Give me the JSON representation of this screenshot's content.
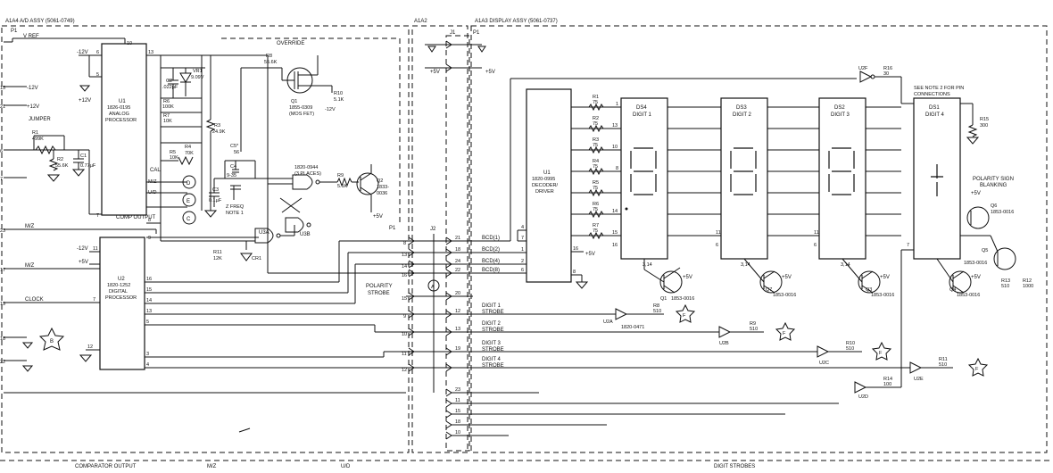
{
  "sections": {
    "a1a4": "A1A4 A/D ASSY (5061-0749)",
    "a1a2": "A1A2",
    "a1a3": "A1A3 DISPLAY ASSY (5061-0737)"
  },
  "connectors": {
    "p1_left": "P1",
    "j1": "J1",
    "p1_mid": "P1",
    "j2": "J2",
    "p1_bus": "P1"
  },
  "signals": {
    "vref": "V REF",
    "override": "OVERRIDE",
    "jumper": "JUMPER",
    "comp_output": "COMP OUTPUT",
    "miz1": "M/Z",
    "miz2": "M/Z",
    "clock": "CLOCK",
    "polarity_strobe": [
      "POLARITY",
      "STROBE"
    ],
    "bcd": [
      "BCD(1)",
      "BCD(2)",
      "BCD(4)",
      "BCD(8)"
    ],
    "digit_strobes": [
      [
        "DIGIT 1",
        "STROBE"
      ],
      [
        "DIGIT 2",
        "STROBE"
      ],
      [
        "DIGIT 3",
        "STROBE"
      ],
      [
        "DIGIT 4",
        "STROBE"
      ]
    ],
    "see_note": [
      "SEE NOTE 2 FOR PIN",
      "CONNECTIONS"
    ],
    "polarity_blanking": [
      "POLARITY SIGN",
      "BLANKING"
    ],
    "note1": [
      "Z FREQ",
      "NOTE 1"
    ],
    "bottom": [
      "COMPARATOR OUTPUT",
      "M/Z",
      "U/D",
      "DIGIT STROBES"
    ]
  },
  "components": {
    "u1": [
      "U1",
      "1826-0195",
      "ANALOG",
      "PROCESSOR"
    ],
    "u2": [
      "U2",
      "1820-1252",
      "DIGITAL",
      "PROCESSOR"
    ],
    "decoder": [
      "U1",
      "1820-0995",
      "DECODER/",
      "DRIVER"
    ],
    "ds4": [
      "DS4",
      "DIGIT 1"
    ],
    "ds3": [
      "DS3",
      "DIGIT 2"
    ],
    "ds2": [
      "DS2",
      "DIGIT 3"
    ],
    "ds1": [
      "DS1",
      "DIGIT 4"
    ],
    "r8": [
      "R8",
      "55.6K"
    ],
    "q1": [
      "Q1",
      "1855-0309",
      "(MOS FET)"
    ],
    "r10": [
      "R10",
      "5.1K"
    ],
    "c2": [
      "C2",
      ".022µF"
    ],
    "vr1": [
      "VR1",
      "9.09V"
    ],
    "r6": [
      "R6",
      "100K"
    ],
    "r7": [
      "R7",
      "10K"
    ],
    "r3": [
      "R3",
      "24.9K"
    ],
    "r4": [
      "R4",
      "70K"
    ],
    "r5": [
      "R5",
      "10K"
    ],
    "r1": [
      "R1",
      "499K"
    ],
    "r2": [
      "R2",
      "55.6K"
    ],
    "c1": [
      "C1",
      "0.77µF"
    ],
    "cal": "CAL",
    "c5": [
      "C5*",
      "56"
    ],
    "c4": [
      "C4",
      "9-35"
    ],
    "c3": [
      "C3",
      "0.1µF"
    ],
    "u3_group": [
      "1820-0944",
      "(3 PLACES)"
    ],
    "u3a": "U3A",
    "u3b": "U3B",
    "r9": [
      "R9",
      "5.1K"
    ],
    "q2": [
      "Q2",
      "1833-",
      "0036"
    ],
    "r11": [
      "R11",
      "12K"
    ],
    "cr1": "CR1",
    "seg_res": [
      [
        "R1",
        "75"
      ],
      [
        "R2",
        "75"
      ],
      [
        "R3",
        "75"
      ],
      [
        "R4",
        "75"
      ],
      [
        "R5",
        "75"
      ],
      [
        "R6",
        "75"
      ],
      [
        "R7",
        "75"
      ]
    ],
    "q1d": [
      "Q1",
      "1853-0016"
    ],
    "q7": [
      "Q7",
      "1853-0016"
    ],
    "q3": [
      "Q3",
      "1853-0016"
    ],
    "q4": [
      "Q4",
      "1853-0016"
    ],
    "q6": [
      "Q6",
      "1853-0016"
    ],
    "q5": [
      "Q5",
      "1853-0016"
    ],
    "u2_parts": [
      "U2A",
      "U2B",
      "U2C",
      "U2D",
      "U2E",
      "U2F"
    ],
    "u2a_pn": "1820-0471",
    "r_strobe": [
      [
        "R8",
        "510"
      ],
      [
        "R9",
        "510"
      ],
      [
        "R10",
        "510"
      ],
      [
        "R11",
        "510"
      ],
      [
        "R14",
        "100"
      ],
      [
        "R16",
        "30"
      ]
    ],
    "r15": [
      "R15",
      "300"
    ],
    "r13": [
      "R13",
      "510"
    ],
    "r12": [
      "R12",
      "1000"
    ]
  },
  "supply": {
    "minus12": "-12V",
    "plus12": "+12V",
    "plus5": "+5V"
  },
  "test_points": [
    "D",
    "E",
    "C",
    "F",
    "B",
    "A"
  ],
  "pin_numbers": {
    "edge": [
      "15",
      "21",
      "6",
      "7",
      "23",
      "17",
      "19",
      "18",
      "22"
    ],
    "u1": [
      "10",
      "13",
      "6",
      "5",
      "7",
      "8",
      "9"
    ],
    "u2": [
      "11",
      "7",
      "16",
      "15",
      "14",
      "13",
      "5",
      "12",
      "3",
      "4"
    ],
    "decoder_in": [
      "4",
      "7",
      "1",
      "2",
      "6"
    ],
    "decoder_out": [
      "16",
      "8"
    ],
    "bus_left": [
      "8",
      "13",
      "14",
      "16",
      "15",
      "9",
      "10",
      "11",
      "12"
    ],
    "bus_right": [
      "21",
      "18",
      "24",
      "22",
      "20",
      "12",
      "13",
      "19",
      "23",
      "11",
      "15",
      "18",
      "10"
    ],
    "display": [
      "1",
      "13",
      "10",
      "8",
      "14",
      "15",
      "16",
      "11",
      "6",
      "3,14",
      "7"
    ]
  }
}
